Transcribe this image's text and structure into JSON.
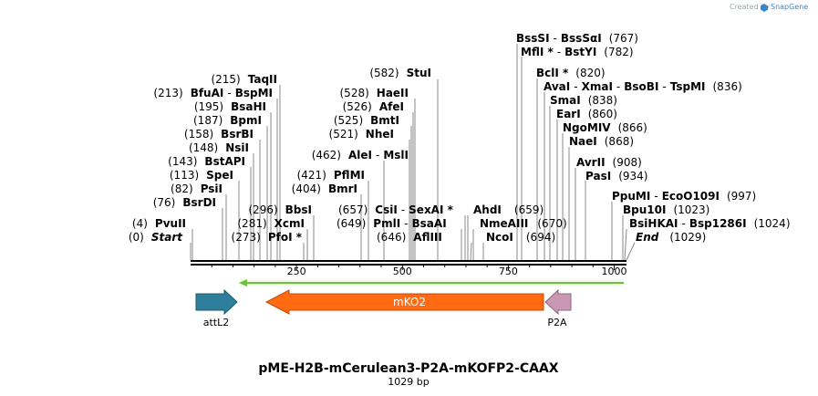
{
  "credit": {
    "text": "Created by",
    "brand": "SnapGene",
    "brand_color": "#3a86c8"
  },
  "title": "pME-H2B-mCerulean3-P2A-mKOFP2-CAAX",
  "subtitle": "1029 bp",
  "sequence_length": 1029,
  "ruler_ticks": [
    "250",
    "500",
    "750",
    "1000"
  ],
  "ruler_tick_values": [
    250,
    500,
    750,
    1000
  ],
  "sites": [
    {
      "text": "(767)",
      "pos": 767
    },
    {
      "text": "(782)",
      "pos": 782
    },
    {
      "text": "(820)",
      "pos": 820
    },
    {
      "text": "(836)",
      "pos": 836
    },
    {
      "text": "(838)",
      "pos": 838
    },
    {
      "text": "(860)",
      "pos": 860
    },
    {
      "text": "(866)",
      "pos": 866
    },
    {
      "text": "(868)",
      "pos": 868
    },
    {
      "text": "(908)",
      "pos": 908
    },
    {
      "text": "(934)",
      "pos": 934
    },
    {
      "text": "(997)",
      "pos": 997
    },
    {
      "text": "(1023)",
      "pos": 1023
    },
    {
      "text": "(1024)",
      "pos": 1024
    },
    {
      "text": "(1029)",
      "pos": 1029
    },
    {
      "text": "(215)",
      "pos": 215
    },
    {
      "text": "(213)",
      "pos": 213
    },
    {
      "text": "(195)",
      "pos": 195
    },
    {
      "text": "(187)",
      "pos": 187
    },
    {
      "text": "(158)",
      "pos": 158
    },
    {
      "text": "(148)",
      "pos": 148
    },
    {
      "text": "(143)",
      "pos": 143
    },
    {
      "text": "(113)",
      "pos": 113
    },
    {
      "text": "(82)",
      "pos": 82
    },
    {
      "text": "(76)",
      "pos": 76
    },
    {
      "text": "(4)",
      "pos": 4
    },
    {
      "text": "(0)",
      "pos": 0
    },
    {
      "text": "(582)",
      "pos": 582
    },
    {
      "text": "(528)",
      "pos": 528
    },
    {
      "text": "(526)",
      "pos": 526
    },
    {
      "text": "(525)",
      "pos": 525
    },
    {
      "text": "(521)",
      "pos": 521
    },
    {
      "text": "(462)",
      "pos": 462
    },
    {
      "text": "(421)",
      "pos": 421
    },
    {
      "text": "(404)",
      "pos": 404
    },
    {
      "text": "(296)",
      "pos": 296
    },
    {
      "text": "(281)",
      "pos": 281
    },
    {
      "text": "(273)",
      "pos": 273
    },
    {
      "text": "(657)",
      "pos": 657
    },
    {
      "text": "(649)",
      "pos": 649
    },
    {
      "text": "(646)",
      "pos": 646
    },
    {
      "text": "(659)",
      "pos": 659
    },
    {
      "text": "(694)",
      "pos": 694
    },
    {
      "text": "(670)",
      "pos": 670
    }
  ],
  "labels": {
    "bsssi": "BssSI",
    "bsssai": "BssSαI",
    "mfli": "MflI *",
    "bstyi": "BstYI",
    "bcli": "BclI *",
    "avai": "AvaI",
    "xmai": "XmaI",
    "bsobi": "BsoBI",
    "tspmi": "TspMI",
    "smai": "SmaI",
    "eari": "EarI",
    "ngomiv": "NgoMIV",
    "naei": "NaeI",
    "avrii": "AvrII",
    "pasi": "PasI",
    "ppumi": "PpuMI",
    "eco0109i": "EcoO109I",
    "bpu10i": "Bpu10I",
    "bsihkai": "BsiHKAI",
    "bsp1286i": "Bsp1286I",
    "end": "End",
    "taqii": "TaqII",
    "bfuai": "BfuAI",
    "bspmi": "BspMI",
    "bsahi": "BsaHI",
    "bpmi": "BpmI",
    "bsrbi": "BsrBI",
    "nsii": "NsiI",
    "bstapi": "BstAPI",
    "spei": "SpeI",
    "psii": "PsiI",
    "bsrdi": "BsrDI",
    "pvuii": "PvuII",
    "start": "Start",
    "stui": "StuI",
    "haeii": "HaeII",
    "afei": "AfeI",
    "bmti": "BmtI",
    "nhei": "NheI",
    "alei": "AleI",
    "msli": "MslI",
    "pflmi": "PflMI",
    "bmri": "BmrI",
    "bbsi": "BbsI",
    "xcmi": "XcmI",
    "pfoi": "PfoI *",
    "csii": "CsiI",
    "sexai": "SexAI *",
    "pmli": "PmlI",
    "bsaai": "BsaAI",
    "afliii": "AflIII",
    "ahdi": "AhdI",
    "nmeaiii": "NmeAIII",
    "ncoi": "NcoI"
  },
  "features": [
    {
      "name": "attL2",
      "color": "#2e7f9b",
      "direction": "forward"
    },
    {
      "name": "mKO2",
      "color": "#ff6a13",
      "direction": "reverse"
    },
    {
      "name": "P2A",
      "color": "#c998b4",
      "direction": "reverse"
    }
  ],
  "orf": {
    "color": "#6fc03a",
    "fill": "#f2fae9",
    "direction": "reverse"
  }
}
